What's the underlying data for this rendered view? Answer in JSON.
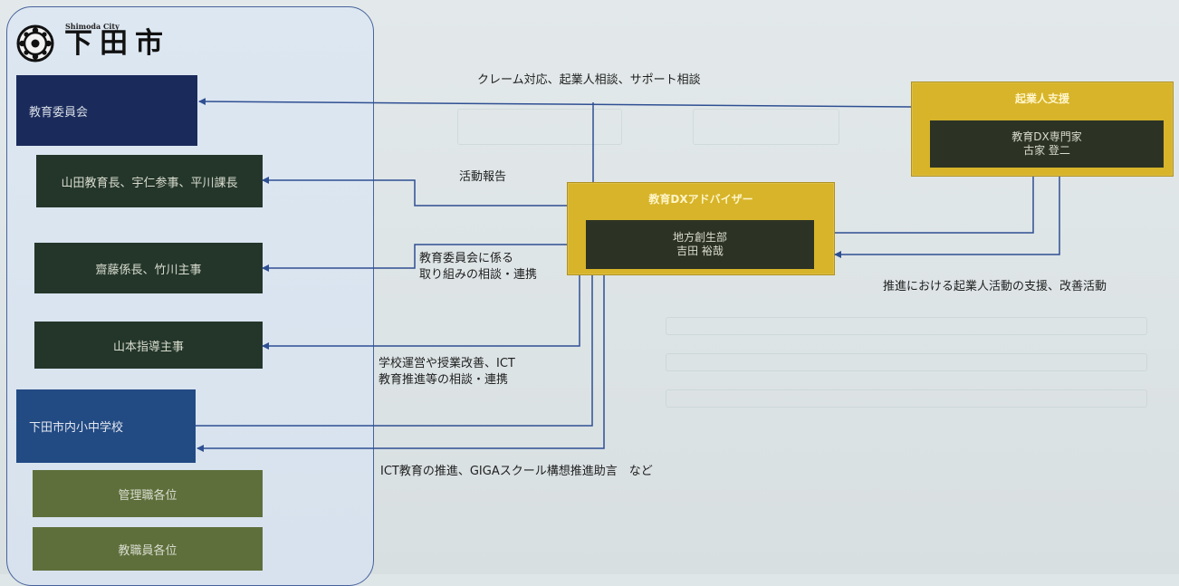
{
  "logo": {
    "subtitle": "Shimoda City",
    "name": "下田市",
    "mark_icon": "city-crest-icon"
  },
  "left_panel": {
    "boxes": [
      {
        "id": "board_of_education",
        "label": "教育委員会"
      },
      {
        "id": "board_staff_1",
        "label": "山田教育長、宇仁参事、平川課長"
      },
      {
        "id": "board_staff_2",
        "label": "齋藤係長、竹川主事"
      },
      {
        "id": "board_staff_3",
        "label": "山本指導主事"
      },
      {
        "id": "schools",
        "label": "下田市内小中学校"
      },
      {
        "id": "school_admin",
        "label": "管理職各位"
      },
      {
        "id": "school_staff",
        "label": "教職員各位"
      }
    ]
  },
  "advisor": {
    "title": "教育DXアドバイザー",
    "line1": "地方創生部",
    "line2": "吉田 裕哉"
  },
  "entrepreneur": {
    "title": "起業人支援",
    "line1": "教育DX専門家",
    "line2": "古家 登二"
  },
  "labels": {
    "top_relation": "クレーム対応、起業人相談、サポート相談",
    "activity_report": "活動報告",
    "board_consult_line1": "教育委員会に係る",
    "board_consult_line2": "取り組みの相談・連携",
    "school_consult_line1": "学校運営や授業改善、ICT",
    "school_consult_line2": "教育推進等の相談・連携",
    "ict_support": "ICT教育の推進、GIGAスクール構想推進助言　など",
    "entrepreneur_support": "推進における起業人活動の支援、改善活動"
  },
  "colors": {
    "panel_border": "#48639c",
    "navy": "#1a2b5b",
    "blue": "#224a83",
    "dark_green": "#24362a",
    "olive": "#5e6f3b",
    "gold": "#d7b429",
    "arrow": "#2f4f93"
  }
}
